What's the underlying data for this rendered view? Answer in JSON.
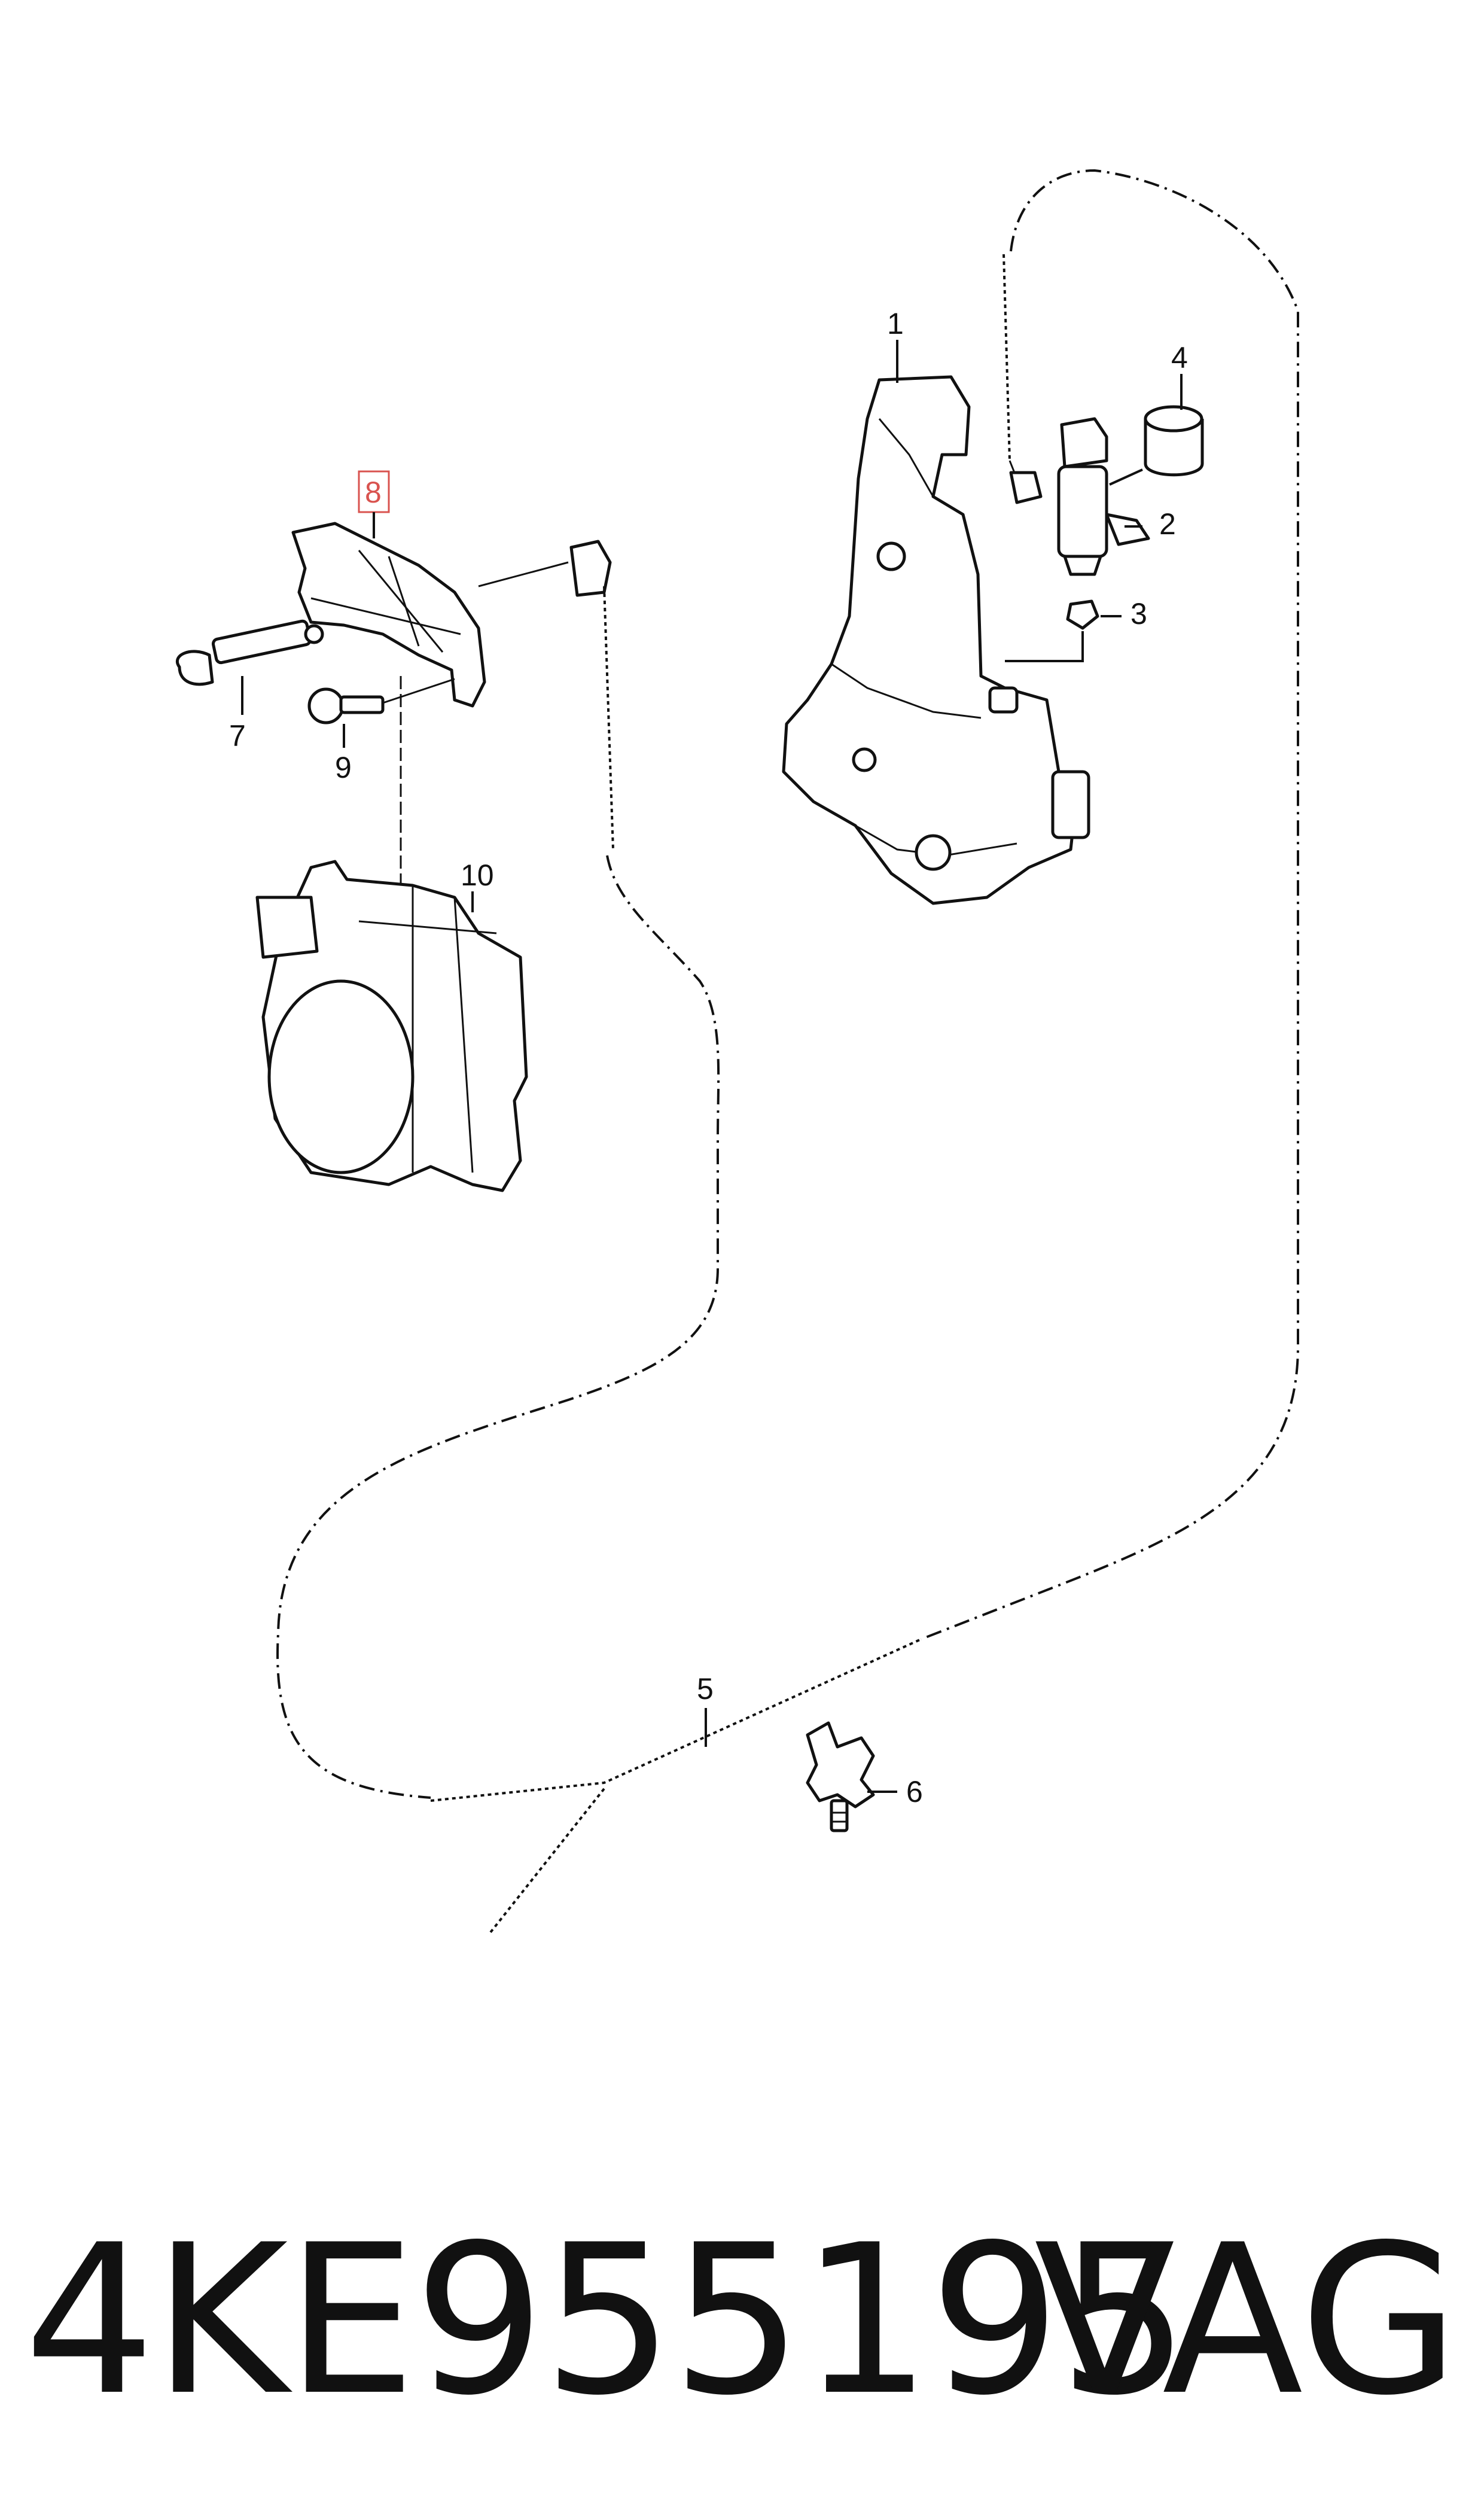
{
  "diagram": {
    "callouts": [
      "1",
      "2",
      "3",
      "4",
      "5",
      "6",
      "7",
      "8",
      "9",
      "10"
    ],
    "highlighted_callout": "8",
    "highlight_color": "#d9534f",
    "line_color": "#111111"
  },
  "footer": {
    "part_number": "4KE955195",
    "brand": "VAG"
  }
}
